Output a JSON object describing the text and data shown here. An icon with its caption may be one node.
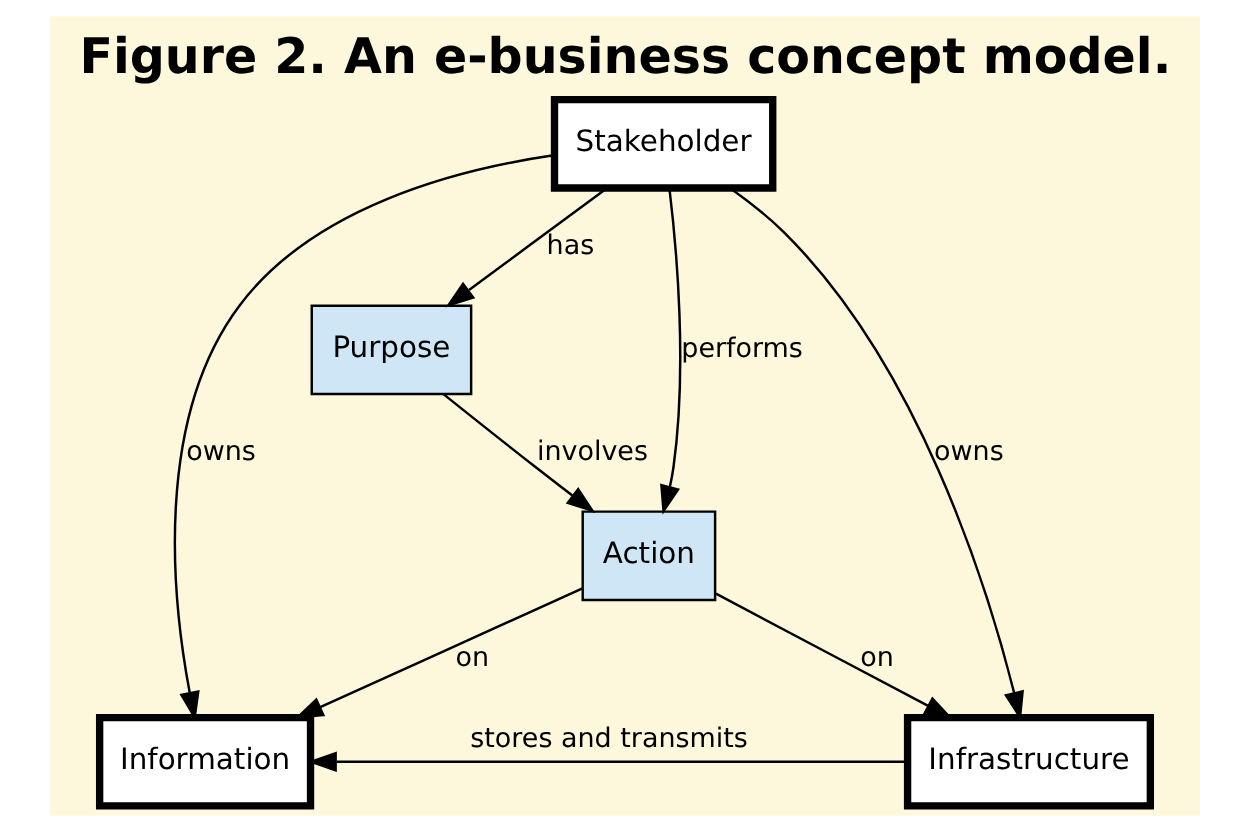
{
  "diagram": {
    "title": "Figure 2. An e-business concept model.",
    "nodes": [
      {
        "text": [
          "Stakeholder"
        ]
      },
      {
        "text": [
          "Purpose"
        ]
      },
      {
        "text": [
          "Action"
        ]
      },
      {
        "text": [
          "Information"
        ]
      },
      {
        "text": [
          "Infrastructure"
        ]
      }
    ],
    "edges": [
      {
        "from": 0,
        "to": 3,
        "arrow": "to",
        "label": "owns"
      },
      {
        "from": 0,
        "to": 1,
        "arrow": "to",
        "label": "has"
      },
      {
        "from": 0,
        "to": 2,
        "arrow": "to",
        "label": "performs"
      },
      {
        "from": 0,
        "to": 4,
        "arrow": "to",
        "label": "owns"
      },
      {
        "from": 1,
        "to": 2,
        "arrow": "to",
        "label": "involves"
      },
      {
        "from": 2,
        "to": 3,
        "arrow": "to",
        "label": "on"
      },
      {
        "from": 2,
        "to": 4,
        "arrow": "to",
        "label": "on"
      },
      {
        "from": 4,
        "to": 3,
        "arrow": "to",
        "label": "stores and transmits"
      }
    ]
  }
}
